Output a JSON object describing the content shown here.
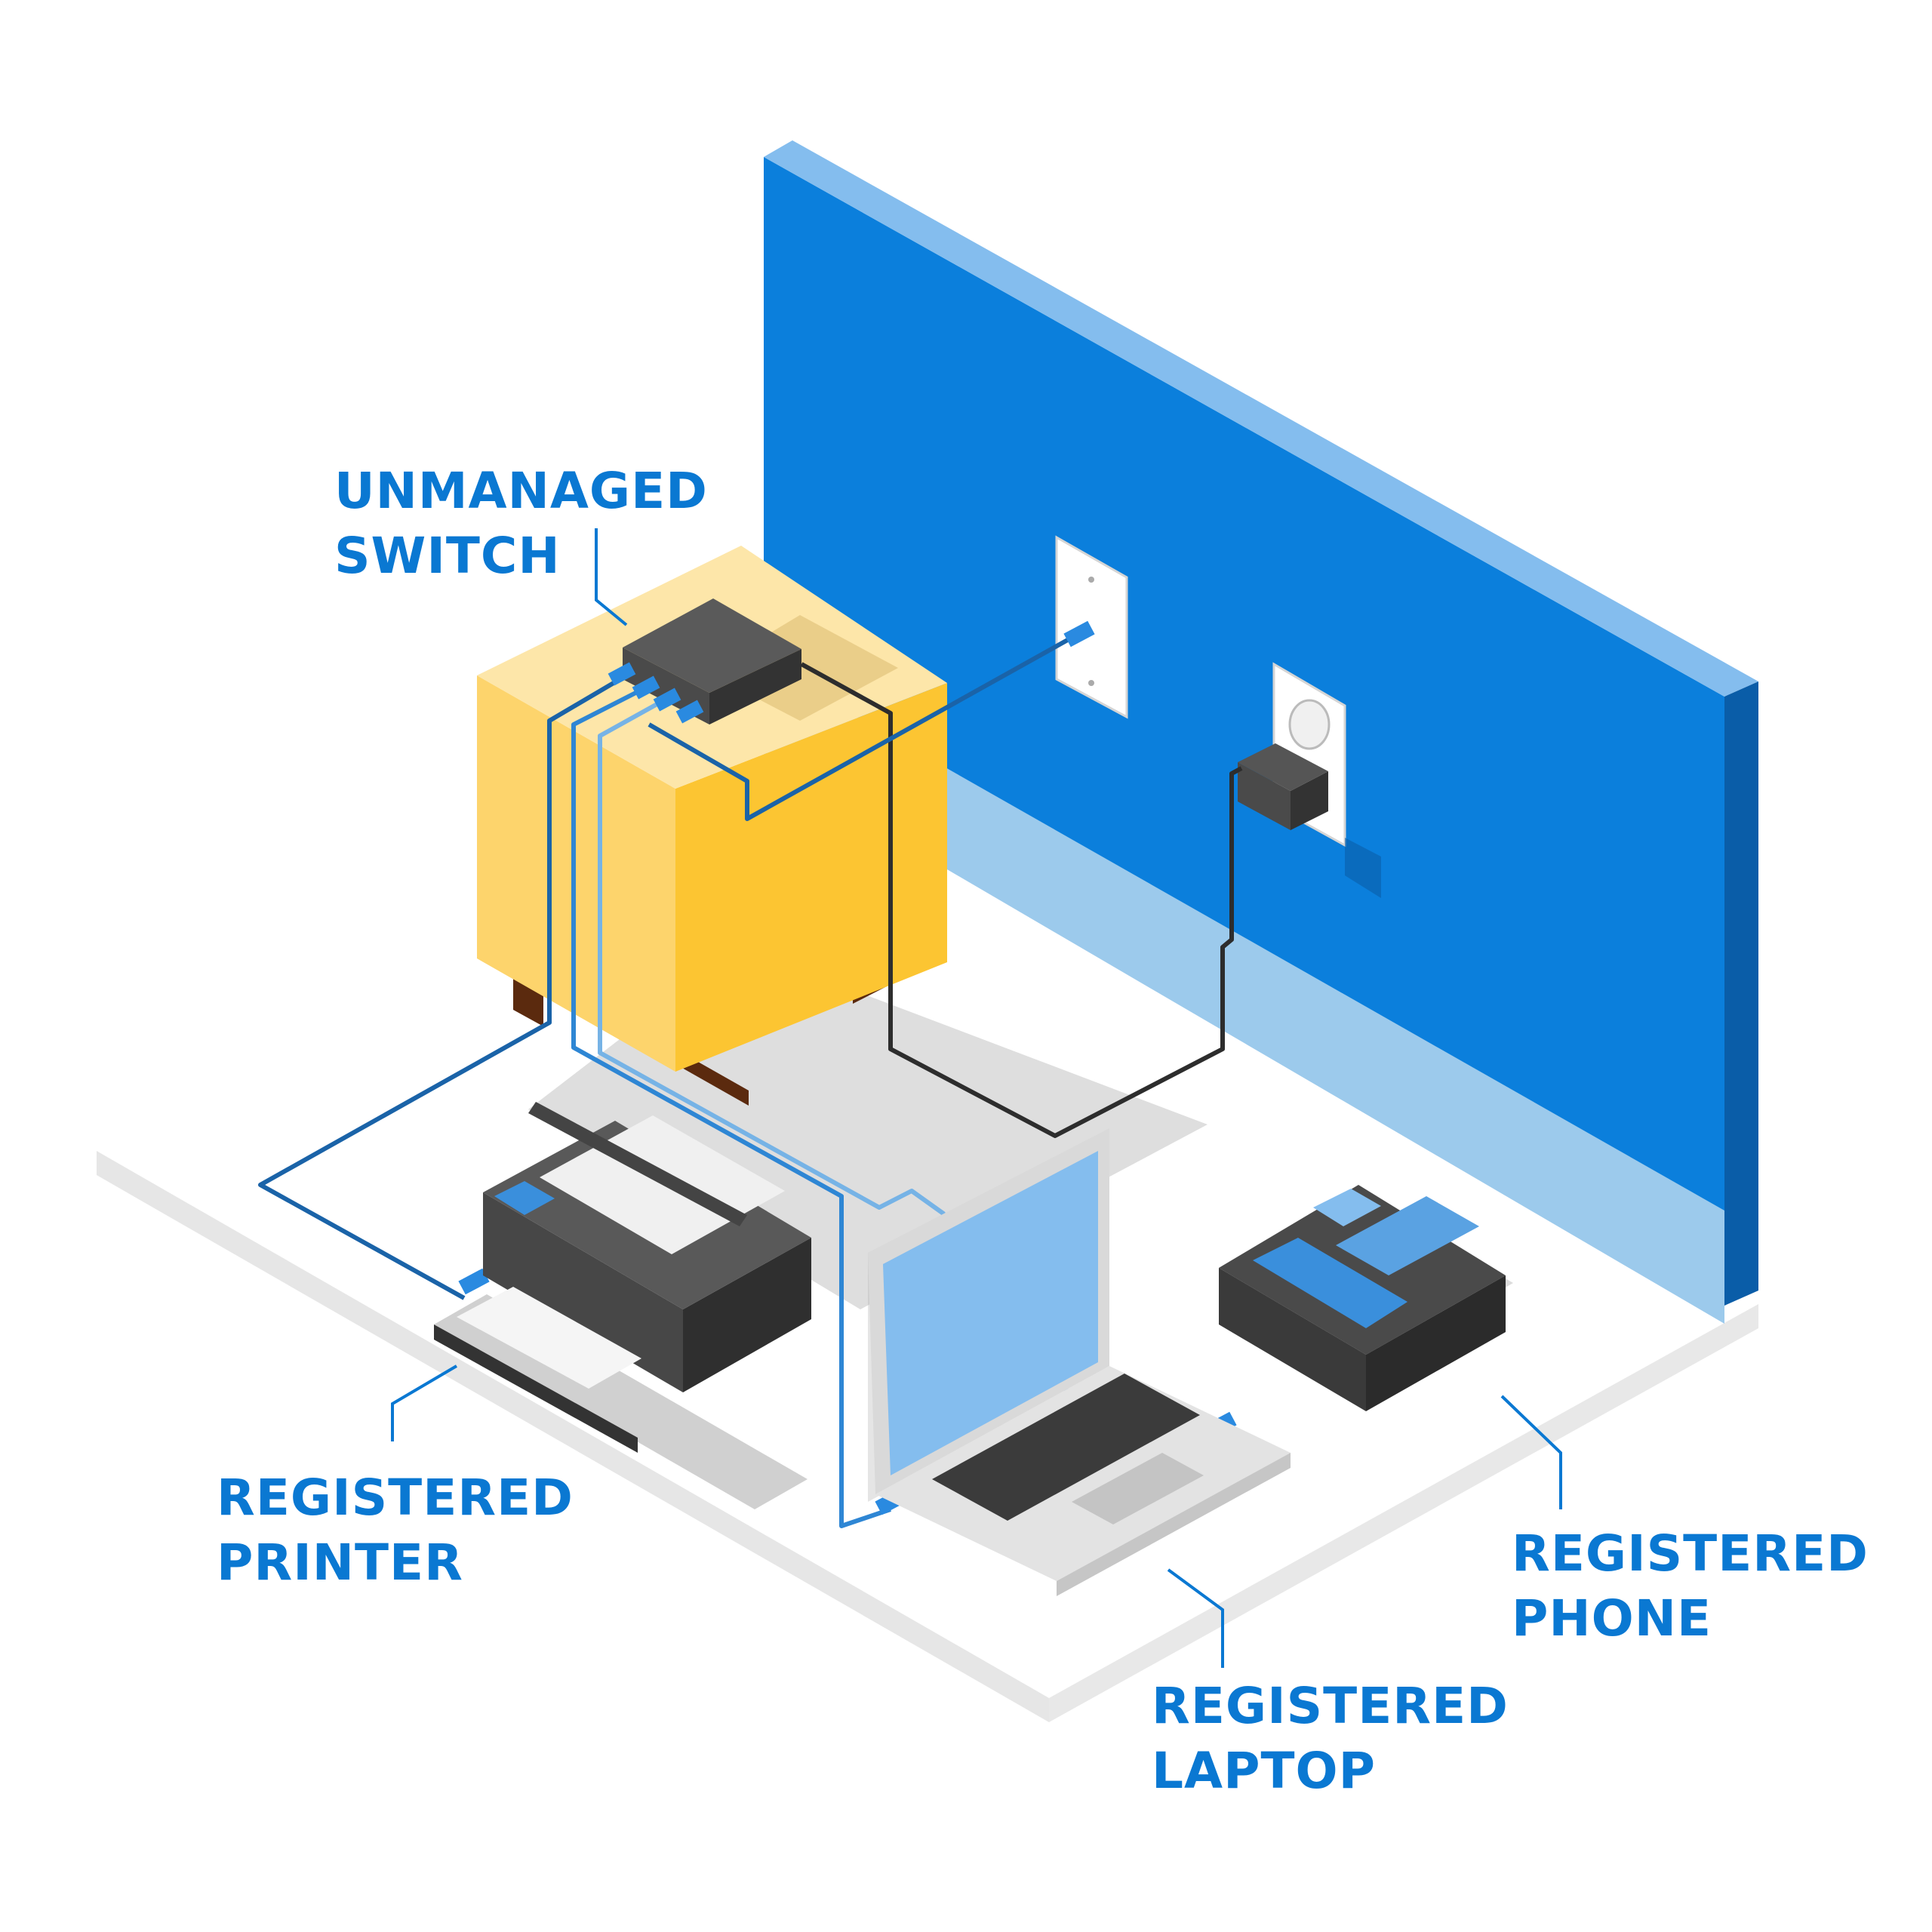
{
  "labels": {
    "switch": {
      "line1": "UNMANAGED",
      "line2": "SWITCH"
    },
    "printer": {
      "line1": "REGISTERED",
      "line2": "PRINTER"
    },
    "laptop": {
      "line1": "REGISTERED",
      "line2": "LAPTOP"
    },
    "phone": {
      "line1": "REGISTERED",
      "line2": "PHONE"
    }
  },
  "colors": {
    "label_text": "#0a78d2",
    "wall": "#0b7fdc",
    "wall_top": "#84bdee",
    "wall_side": "#0a5da8",
    "baseboard": "#9ccaec",
    "floor": "#ffffff",
    "floor_edge": "#e6e6e6",
    "cube_front": "#fcc532",
    "cube_left": "#fdd46c",
    "cube_top": "#fde6a9",
    "cube_legs": "#5b2a0e",
    "device_dark": "#3d3d3d",
    "device_mid": "#4f4f4f",
    "cable_dark": "#2d2d2d",
    "cable_blue_1": "#1a63a8",
    "cable_blue_2": "#2e86d4",
    "cable_blue_3": "#76b3e6",
    "connector": "#2a8ae0",
    "screen": "#84bdee",
    "laptop_body": "#d9d9d9",
    "shadow": "#dcdcdc"
  }
}
